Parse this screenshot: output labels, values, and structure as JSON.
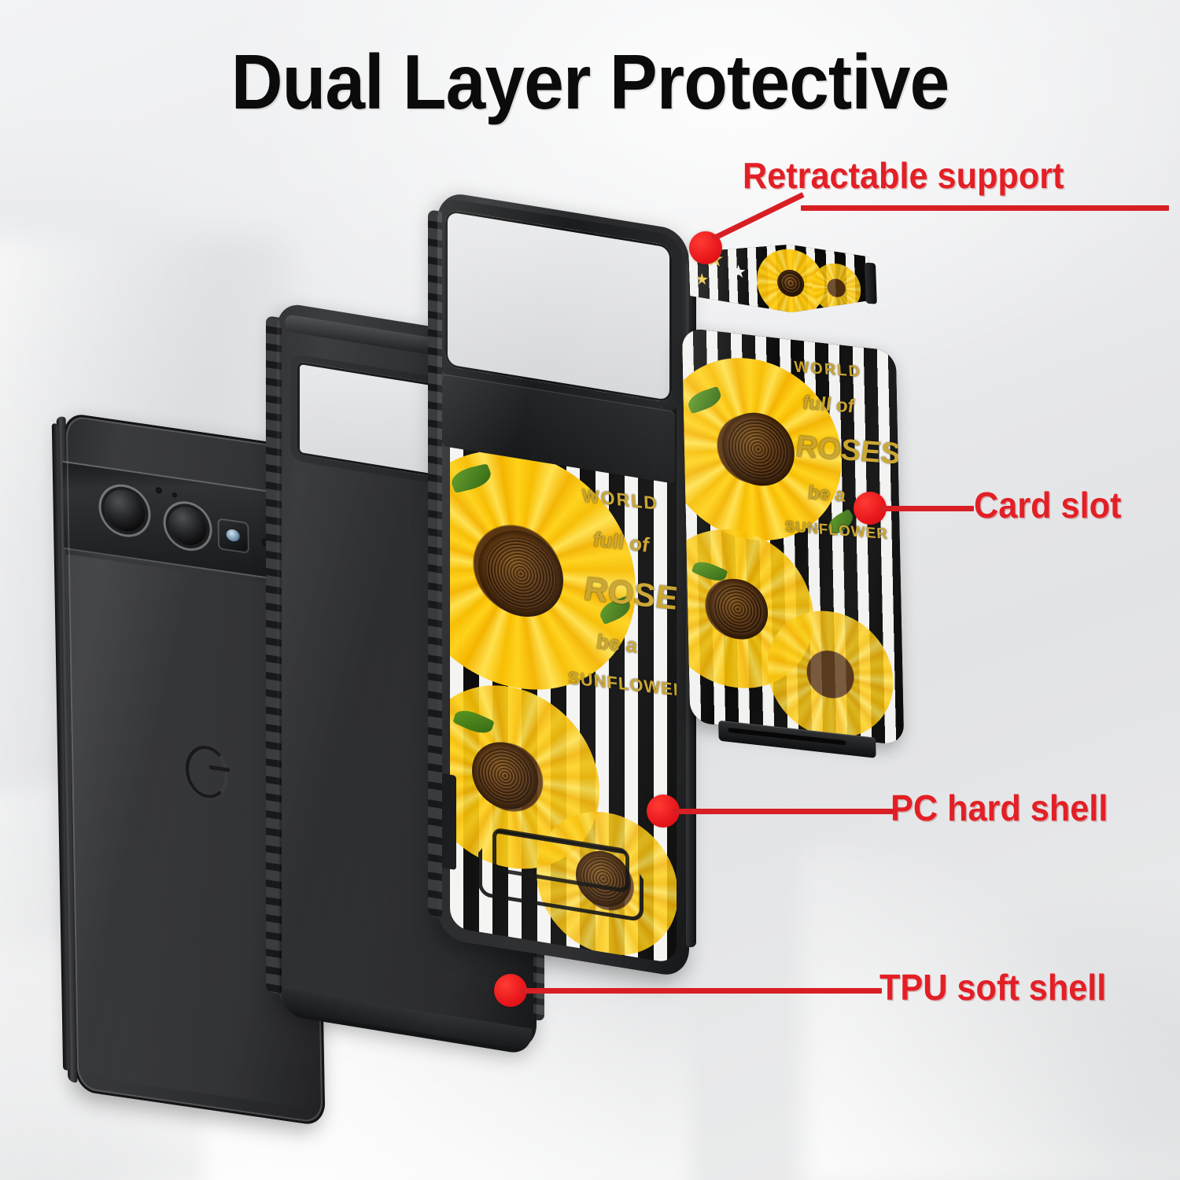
{
  "title": "Dual Layer Protective",
  "background": {
    "style": "white-grey-fabric",
    "base_color": "#e9eaec"
  },
  "accent_color": "#e31f26",
  "callouts": [
    {
      "id": "retractable-support",
      "label": "Retractable support",
      "target": "kickstand"
    },
    {
      "id": "card-slot",
      "label": "Card slot",
      "target": "card-plate"
    },
    {
      "id": "pc-hard-shell",
      "label": "PC hard shell",
      "target": "pc-shell"
    },
    {
      "id": "tpu-soft-shell",
      "label": "TPU soft shell",
      "target": "tpu-shell"
    }
  ],
  "parts": [
    {
      "id": "phone",
      "name": "Google Pixel 6 phone",
      "color": "#2b2c2e",
      "brand_mark": "G"
    },
    {
      "id": "tpu-shell",
      "name": "TPU soft shell",
      "color": "#232426"
    },
    {
      "id": "pc-shell",
      "name": "PC hard shell",
      "color": "#1d1e20",
      "pattern": "sunflower-stripe"
    },
    {
      "id": "card-plate",
      "name": "Card slot back plate",
      "color": "#0c0c0c",
      "pattern": "sunflower-stripe"
    },
    {
      "id": "kickstand",
      "name": "Retractable support",
      "color": "#0b0b0b",
      "pattern": "sunflower-stripe"
    }
  ],
  "case_artwork": {
    "theme": "sunflower",
    "line1": "WORLD",
    "line2": "full of",
    "line3": "ROSES",
    "line4": "be a",
    "line5": "SUNFLOWER",
    "stripe_colors": [
      "#f2f2f0",
      "#0a0a0a"
    ],
    "flower_color": "#f7bd00",
    "flower_core_color": "#5c3410",
    "star_color": "#e8c84a",
    "leaf_color": "#4f8a1c"
  },
  "phone_details": {
    "camera_lens_count": 2,
    "sensor": "flash-sensor",
    "logo": "google-g-logo"
  }
}
